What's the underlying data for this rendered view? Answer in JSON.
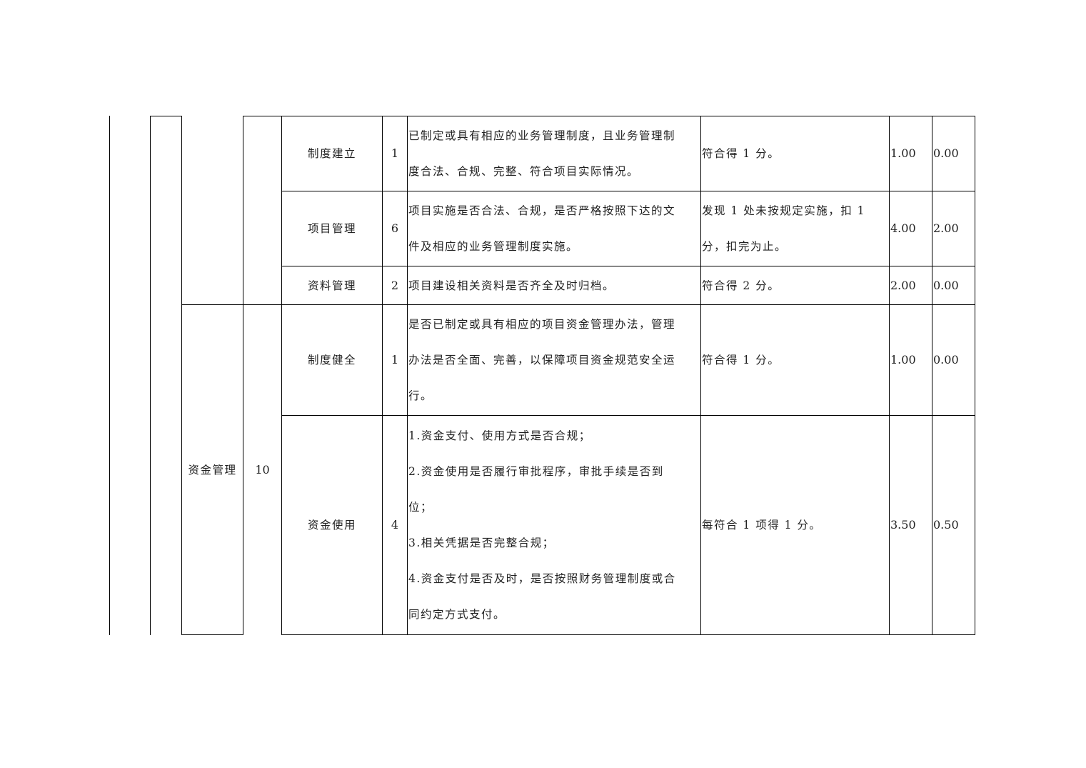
{
  "rows": [
    {
      "indicator": "制度建立",
      "weight": "1",
      "content_lines": [
        "已制定或具有相应的业务管理制度，且业务管理制",
        "度合法、合规、完整、符合项目实际情况。"
      ],
      "criteria_lines": [
        "符合得 1 分。"
      ],
      "score": "1.00",
      "deduction": "0.00"
    },
    {
      "indicator": "项目管理",
      "weight": "6",
      "content_lines": [
        "项目实施是否合法、合规，是否严格按照下达的文",
        "件及相应的业务管理制度实施。"
      ],
      "criteria_lines": [
        "发现 1 处未按规定实施，扣 1",
        "分，扣完为止。"
      ],
      "score": "4.00",
      "deduction": "2.00"
    },
    {
      "indicator": "资料管理",
      "weight": "2",
      "content_lines": [
        "项目建设相关资料是否齐全及时归档。"
      ],
      "criteria_lines": [
        "符合得 2 分。"
      ],
      "score": "2.00",
      "deduction": "0.00"
    },
    {
      "indicator": "制度健全",
      "weight": "1",
      "content_lines": [
        "是否已制定或具有相应的项目资金管理办法，管理",
        "办法是否全面、完善，以保障项目资金规范安全运",
        "行。"
      ],
      "criteria_lines": [
        "符合得 1 分。"
      ],
      "score": "1.00",
      "deduction": "0.00"
    },
    {
      "indicator": "资金使用",
      "weight": "4",
      "content_lines": [
        "1.资金支付、使用方式是否合规；",
        "2.资金使用是否履行审批程序，审批手续是否到",
        "位；",
        "3.相关凭据是否完整合规；",
        "4.资金支付是否及时，是否按照财务管理制度或合",
        "同约定方式支付。"
      ],
      "criteria_lines": [
        "每符合 1 项得 1 分。"
      ],
      "score": "3.50",
      "deduction": "0.50"
    }
  ],
  "group": {
    "name": "资金管理",
    "weight": "10"
  }
}
